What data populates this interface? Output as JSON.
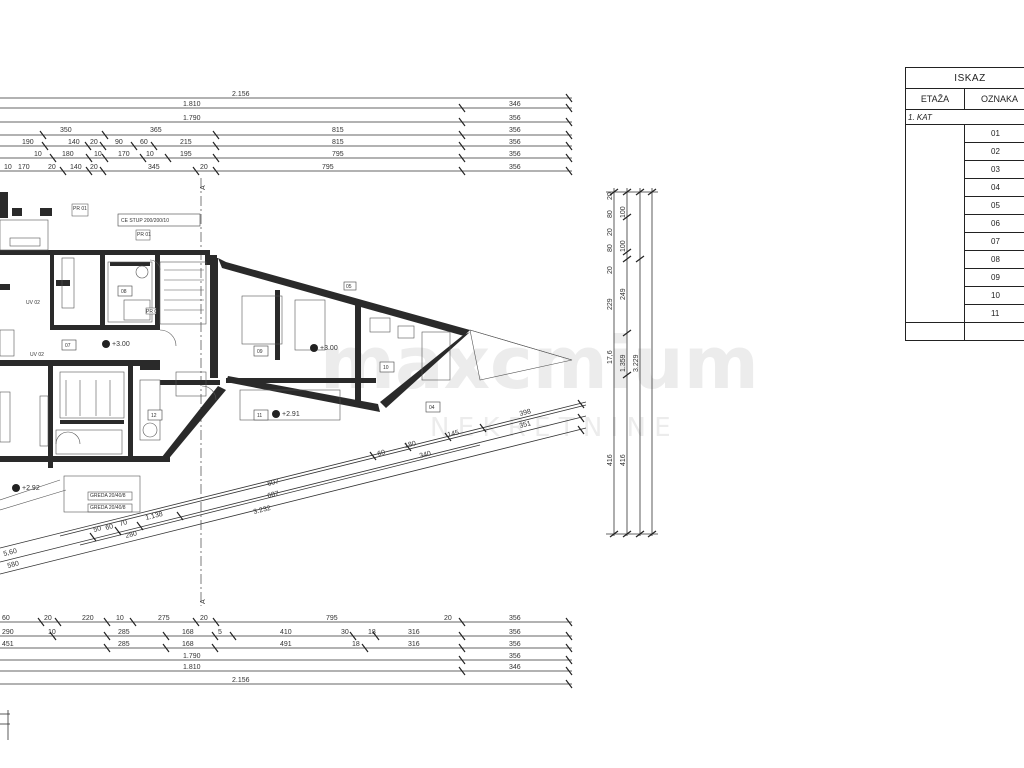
{
  "table": {
    "title": "ISKAZ",
    "col_etaza": "ETAŽA",
    "col_oznaka": "OZNAKA",
    "floor": "1. KAT",
    "rows": [
      "01",
      "02",
      "03",
      "04",
      "05",
      "06",
      "07",
      "08",
      "09",
      "10",
      "11"
    ]
  },
  "watermark": {
    "brand": "maxcmium",
    "sub": "N E K R E T N I N E"
  },
  "dims": {
    "top": [
      "2.156",
      "1.810",
      "346",
      "1.790",
      "356",
      "350",
      "365",
      "815",
      "356",
      "190",
      "140",
      "20",
      "90",
      "60",
      "215",
      "815",
      "356",
      "10",
      "180",
      "10",
      "170",
      "10",
      "195",
      "795",
      "356",
      "10",
      "170",
      "20",
      "140",
      "20",
      "345",
      "20",
      "795",
      "356"
    ],
    "bottom": [
      "60",
      "20",
      "220",
      "10",
      "275",
      "20",
      "795",
      "20",
      "356",
      "290",
      "10",
      "285",
      "168",
      "5",
      "410",
      "30",
      "18",
      "316",
      "356",
      "451",
      "285",
      "168",
      "491",
      "18",
      "316",
      "356",
      "1.790",
      "356",
      "1.810",
      "346",
      "2.156"
    ],
    "right": [
      "20",
      "80",
      "100",
      "20",
      "80",
      "100",
      "20",
      "229",
      "249",
      "17,6",
      "1.359",
      "3.229",
      "416",
      "416"
    ],
    "diag": [
      "398",
      "351",
      "60",
      "180",
      "145",
      "340",
      "607",
      "687",
      "1.138",
      "3.232",
      "50",
      "60",
      "70",
      "280",
      "5,60",
      "580"
    ]
  },
  "labels": {
    "stup": "CE STUP 200/200/10",
    "elev1": "+3.00",
    "elev2": "+3.00",
    "elev3": "+2.91",
    "elev4": "+2.92",
    "section": "A",
    "room_tags": [
      "PR 01",
      "PR 01",
      "PR 01",
      "UV 02",
      "UV 02",
      "07",
      "08",
      "09",
      "10",
      "11",
      "12",
      "04",
      "05"
    ],
    "small_boxes": [
      "GREDA 20/40/8",
      "GREDA 20/40/8"
    ]
  }
}
